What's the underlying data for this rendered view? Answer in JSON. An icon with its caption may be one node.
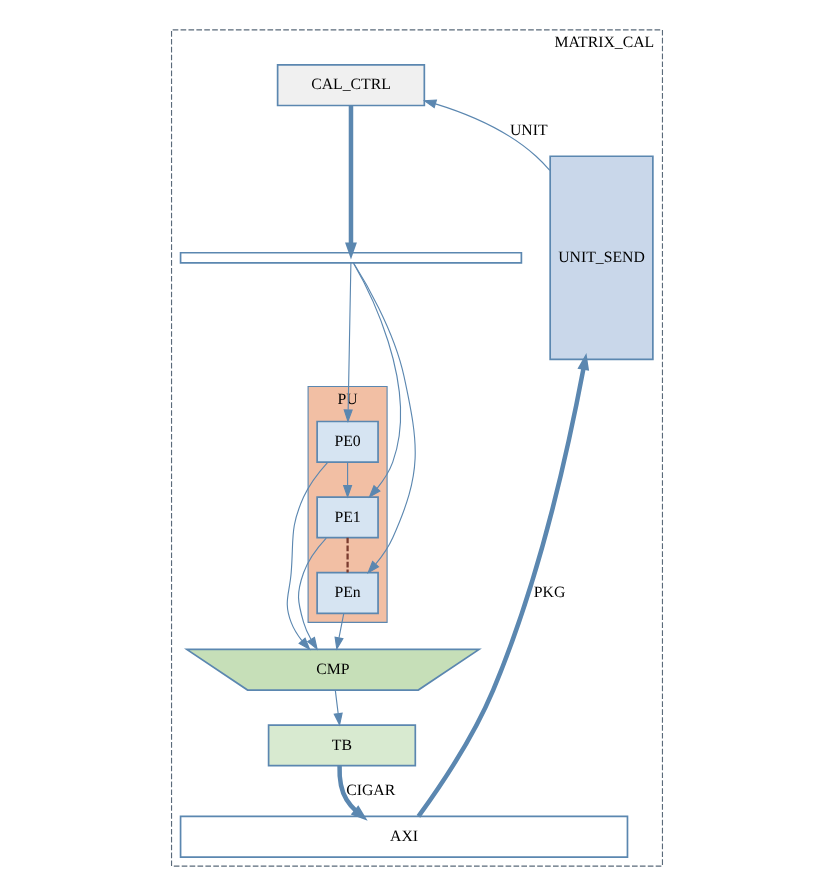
{
  "diagram": {
    "nodes": [
      {
        "text": [
          "MATRIX_CAL"
        ]
      },
      {
        "text": [
          "CAL_CTRL"
        ],
        "in": 0
      },
      {
        "text": [],
        "shape": "bar",
        "in": 0
      },
      {
        "text": [
          "PU"
        ],
        "in": 0
      },
      {
        "text": [
          "PE0"
        ],
        "in": 3
      },
      {
        "text": [
          "PE1"
        ],
        "in": 3
      },
      {
        "text": [
          "PEn"
        ],
        "in": 3
      },
      {
        "text": [
          "CMP"
        ],
        "in": 0
      },
      {
        "text": [
          "TB"
        ],
        "in": 0
      },
      {
        "text": [
          "UNIT_SEND"
        ],
        "in": 0
      },
      {
        "text": [
          "AXI"
        ],
        "in": 0
      }
    ],
    "edges": [
      {
        "from": 9,
        "to": 1,
        "arrow": "to",
        "label": "UNIT"
      },
      {
        "from": 1,
        "to": 2,
        "arrow": "to",
        "style": "thick"
      },
      {
        "from": 2,
        "to": 4,
        "arrow": "to"
      },
      {
        "from": 2,
        "to": 5,
        "arrow": "to"
      },
      {
        "from": 2,
        "to": 6,
        "arrow": "to"
      },
      {
        "from": 4,
        "to": 5,
        "arrow": "to"
      },
      {
        "from": 5,
        "to": 6,
        "arrow": "none",
        "style": "dashed",
        "color": "#7a3b2e"
      },
      {
        "from": 4,
        "to": 7,
        "arrow": "to"
      },
      {
        "from": 5,
        "to": 7,
        "arrow": "to"
      },
      {
        "from": 6,
        "to": 7,
        "arrow": "to"
      },
      {
        "from": 7,
        "to": 8,
        "arrow": "to"
      },
      {
        "from": 8,
        "to": 10,
        "arrow": "to",
        "style": "thick",
        "label": "CIGAR"
      },
      {
        "from": 10,
        "to": 9,
        "arrow": "to",
        "style": "thick",
        "label": "PKG"
      }
    ]
  }
}
